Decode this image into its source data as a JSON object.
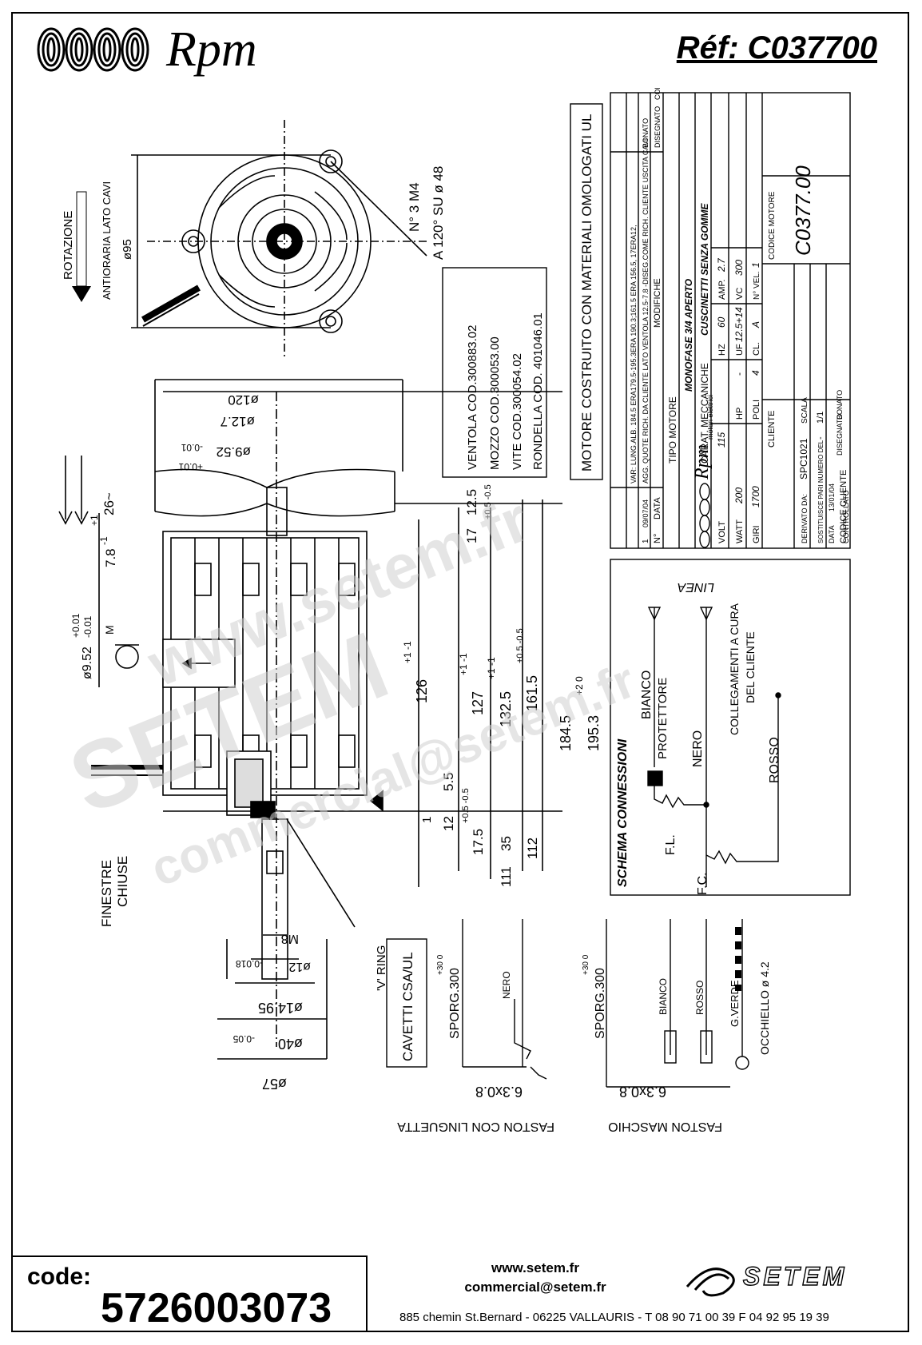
{
  "header": {
    "brand": "Rpm",
    "reference": "Réf:  C037700"
  },
  "top_view": {
    "rotation": "ROTAZIONE",
    "rotation_sub": "ANTIORARIA LATO CAVI",
    "diameter": "ø95",
    "holes": "N° 3 M4",
    "holes_sub": "A 120° SU ø 48"
  },
  "parts": {
    "ventola": "VENTOLA COD.300883.02",
    "mozzo": "MOZZO COD.300053.00",
    "vite": "VITE COD.300054.02",
    "rondella": "RONDELLA COD. 401046.01"
  },
  "ul_note": "MOTORE COSTRUITO CON MATERIALI OMOLOGATI UL",
  "dimensions": {
    "fan_dia": "ø120",
    "d12_7": "ø12.7",
    "d9_52": "ø9.52",
    "d9_52_tol_a": "+0.01",
    "d9_52_tol_b": "-0.01",
    "d26": "26~",
    "d7_8": "7.8",
    "d7_8_tol_a": "+1",
    "d7_8_tol_b": "-1",
    "shaft_dia": "ø9.52",
    "shaft_tol_a": "+0.01",
    "shaft_tol_b": "-0.01",
    "flat": "M",
    "d12_5": "12.5",
    "d12_5_tol": "+0.5 -0.5",
    "d17": "17",
    "d126": "126",
    "d126_tol": "+1 -1",
    "d127": "127",
    "d127_tol": "+1 -1",
    "d132_5": "132.5",
    "d132_5_tol": "+1 -1",
    "d161_5": "161.5",
    "d161_5_tol": "+0.5 -0.5",
    "d184_5": "184.5",
    "d195_3": "195.3",
    "d195_3_tol": "+2 0",
    "d5_5": "5.5",
    "d1": "1",
    "d12": "12",
    "d17_5": "17.5",
    "d17_5_tol": "+0.5 -0.5",
    "d35": "35",
    "d111": "111",
    "d112": "112",
    "m8": "M8",
    "d12_rear": "ø12",
    "d12_rear_tol": "-0.018",
    "d14_95": "ø14.95",
    "d40": "ø40",
    "d40_tol": "-0.05",
    "d57": "ø57",
    "finestre": "FINESTRE",
    "chiuse": "CHIUSE",
    "v_ring": "'V' RING"
  },
  "title_block": {
    "rev_no": "N°",
    "rev_date_hdr": "DATA",
    "var_line": "VAR: LUNG.ALB. 184.5 ERA179.5-195.3ERA 190.3;161.5 ERA 156.5, 17ERA12,",
    "agg_line": "AGG. QUOTE RICH. DA CLIENTE LATO VENTOLA 12.5-7.8 -DISEG.COME RICH. CLIENTE USCITA CAVI",
    "rev_num": "1",
    "rev_date": "09/07/04",
    "modifiche": "MODIFICHE",
    "bonato": "BONATO",
    "disegnato_hdr": "DISEGNATO",
    "controllato_hdr": "CONTROLLATO",
    "tipo_motore": "TIPO MOTORE",
    "tipo_value": "MONOFASE 3/4 APERTO",
    "carat": "CARAT. MECCANICHE",
    "carat_value": "CUSCINETTI SENZA GOMME",
    "volt": "VOLT",
    "volt_val": "115",
    "hz": "HZ",
    "hz_val": "60",
    "amp": "AMP.",
    "amp_val": "2.7",
    "watt": "WATT",
    "watt_val": "200",
    "hp": "HP",
    "hp_val": "-",
    "uf": "UF",
    "uf_val": "12.5+14",
    "vc": "VC",
    "vc_val": "300",
    "giri": "GIRI",
    "giri_val": "1700",
    "poli": "POLI",
    "poli_val": "4",
    "cl": "CL.",
    "cl_val": "A",
    "nvel": "N° VEL.",
    "nvel_val": "1",
    "cliente": "CLIENTE",
    "codice_motore": "CODICE MOTORE",
    "codice_motore_val": "C0377.00",
    "codice_cliente": "CODICE CLIENTE",
    "logo": "Rpm",
    "logo_sub": "motori elettrici",
    "derivato": "DERIVATO DA:",
    "derivato_val": "SPC1021",
    "sostituisce": "SOSTITUISCE PARI NUMERO DEL",
    "sostituisce_val": "-",
    "data": "DATA",
    "data_val": "13/01/04",
    "scala": "SCALA",
    "scala_val": "1/1",
    "disegnato": "DISEGNATO",
    "disegnato_val": "BONATO",
    "controllato": "CONTROLLATO"
  },
  "wiring": {
    "linea": "LINEA",
    "title": "SCHEMA CONNESSIONI",
    "bianco": "BIANCO",
    "protettore": "PROTETTORE",
    "nero": "NERO",
    "rosso": "ROSSO",
    "collegamenti": "COLLEGAMENTI A CURA",
    "del_cliente": "DEL CLIENTE",
    "fl": "F.L.",
    "fc": "F.C."
  },
  "cables": {
    "csa": "CAVETTI CSA/UL",
    "sporg1": "SPORG.300",
    "sporg1_tol": "+30 0",
    "nero": "NERO",
    "faston_ling_dim": "6.3x0.8",
    "faston_ling": "FASTON CON LINGUETTA",
    "sporg2": "SPORG.300",
    "sporg2_tol": "+30 0",
    "bianco": "BIANCO",
    "rosso": "ROSSO",
    "g_verde": "G.VERDE",
    "occhiello": "OCCHIELLO ø 4.2",
    "faston_m_dim": "6.3x0.8",
    "faston_maschio": "FASTON MASCHIO"
  },
  "watermark": {
    "line1": "www.setem.fr",
    "line2": "SETEM",
    "line3": "commercial@setem.fr"
  },
  "footer": {
    "code_label": "code:",
    "code_value": "5726003073",
    "web": "www.setem.fr",
    "email": "commercial@setem.fr",
    "address": "885 chemin St.Bernard  -  06225 VALLAURIS  -  T 08 90 71 00 39   F 04 92 95 19 39",
    "setem_logo": "SETEM"
  }
}
